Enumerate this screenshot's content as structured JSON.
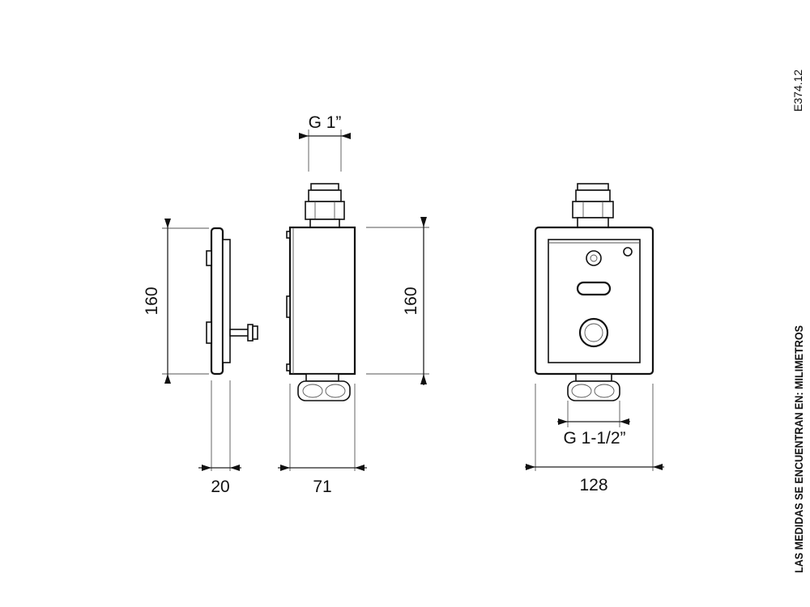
{
  "drawing": {
    "code": "E374.12",
    "note": "LAS MEDIDAS SE ENCUENTRAN EN: MILIMETROS",
    "dimensions": {
      "top_connection": "G 1”",
      "bottom_connection": "G 1-1/2”",
      "side_height": "160",
      "body_height": "160",
      "plate_thickness": "20",
      "body_depth": "71",
      "front_width": "128"
    }
  },
  "colors": {
    "line": "#111111",
    "background": "#ffffff"
  }
}
